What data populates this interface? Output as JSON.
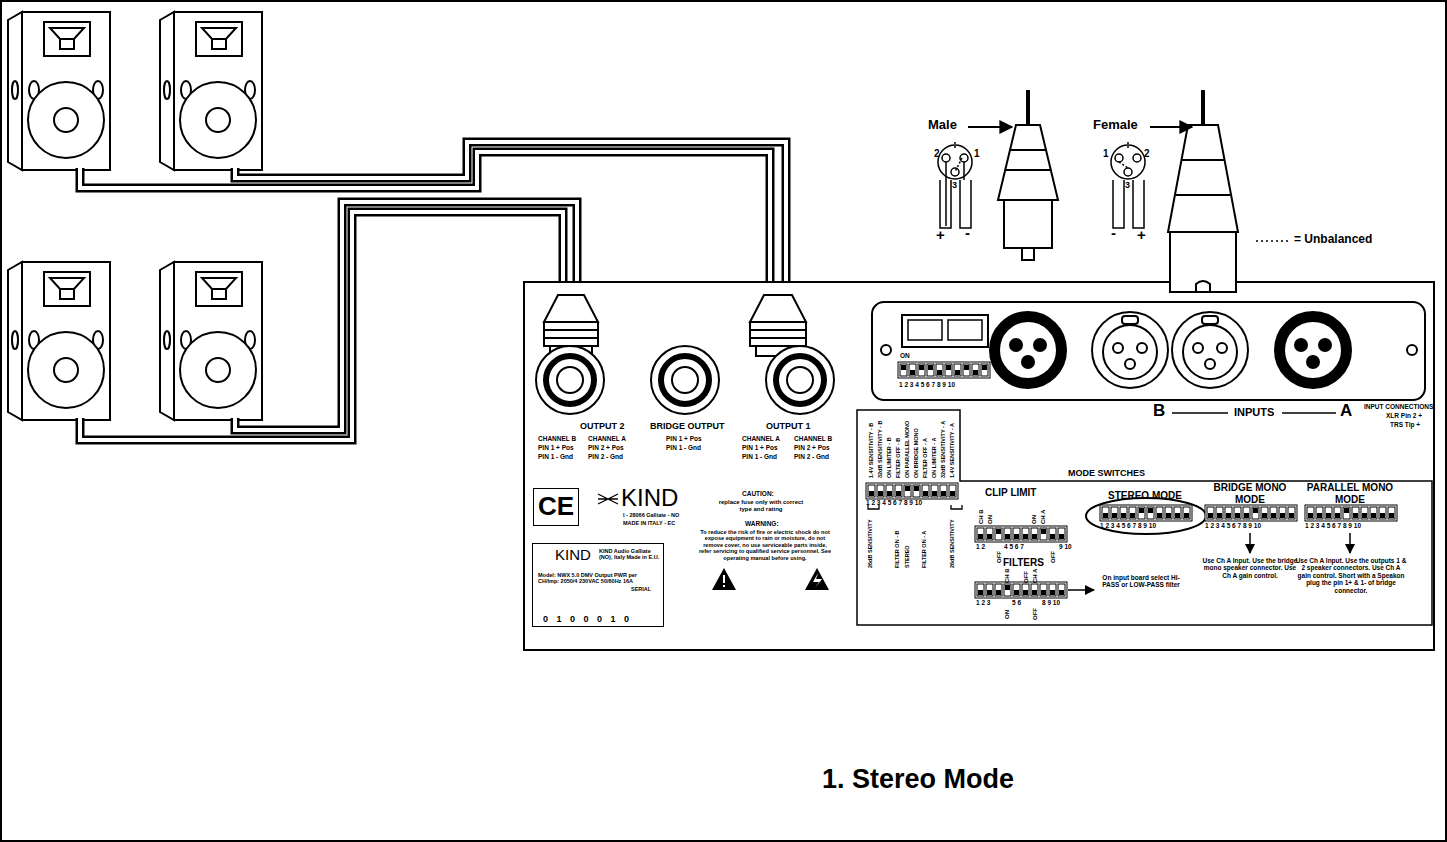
{
  "diagram": {
    "caption": "1. Stereo Mode",
    "nodes": [
      {
        "text": [
          "MODE SWITCHES"
        ]
      },
      {
        "text": [
          "KIND",
          "KIND Audio Galliate (NO), Italy Made in E.U.",
          "Model: NWX 5.0 DMV Output PWR per CH/Imp: 2050/4 230VAC 50/60Hz 16A",
          "SERIAL",
          "0 1 0 0 0 1 0"
        ]
      },
      {
        "text": [
          "CE"
        ]
      }
    ],
    "labels": [
      "Male",
      "2",
      "1",
      "3",
      "+",
      "-",
      "Female",
      "1",
      "2",
      "3",
      "-",
      "+",
      "= Unbalanced",
      "OUTPUT 2",
      "CHANNEL B",
      "PIN 1 + Pos",
      "PIN 1 - Gnd",
      "CHANNEL A",
      "PIN 2 + Pos",
      "PIN 2 - Gnd",
      "BRIDGE OUTPUT",
      "PIN 1 + Pos",
      "PIN 1 - Gnd",
      "OUTPUT 1",
      "CHANNEL A",
      "PIN 1 + Pos",
      "PIN 1 - Gnd",
      "CHANNEL B",
      "PIN 2 + Pos",
      "PIN 2 - Gnd",
      "KIND",
      "I - 28066 Galliate - NO",
      "MADE IN ITALY - EC",
      "CAUTION:",
      "replace fuse only with correct type and rating",
      "WARNING:",
      "To reduce the risk of fire or electric shock do not expose equipment to rain or moisture, do not remove cover, no use serviceable parts inside, refer servicing to qualified service personnel. See operating manual before using.",
      "ON",
      "1 2 3 4 5 6 7 8 9 10",
      "1.4V SENSITIVITY - B",
      "32dB SENSITIVITY - B",
      "ON LIMITER - B",
      "FILTER OFF - B",
      "ON PARALLEL MONO",
      "ON BRIDGE MONO",
      "FILTER OFF - A",
      "ON LIMITER - A",
      "32dB SENSITIVITY - A",
      "1.4V SENSITIVITY - A",
      "1 2 3 4 5 6 7 8 9 10",
      "26dB SENSITIVITY",
      "FILTER ON - B",
      "STEREO",
      "FILTER ON - A",
      "26dB SENSITIVITY",
      "B",
      "INPUTS",
      "A",
      "INPUT CONNECTIONS:",
      "XLR Pin 2 +",
      "TRS Tip +",
      "CLIP LIMIT",
      "CH B",
      "ON",
      "ON",
      "CH A",
      "1 2",
      "OFF",
      "4 5 6 7",
      "OFF",
      "9 10",
      "STEREO MODE",
      "1 2 3 4 5 6 7 8 9 10",
      "BRIDGE MONO MODE",
      "1 2 3 4 5 6 7 8 9 10",
      "Use Ch A Input. Use the bridge mono speaker connector. Use Ch A gain control.",
      "PARALLEL MONO MODE",
      "1 2 3 4 5 6 7 8 9 10",
      "Use Ch A Input. Use the outputs 1 & 2 speaker connectors. Use Ch A gain control. Short with a Speakon plug the pin 1+ & 1- of bridge connector.",
      "FILTERS",
      "CH B",
      "OFF",
      "CH A",
      "1 2 3",
      "ON",
      "5 6",
      "OFF",
      "8 9 10",
      "On input board select HI-PASS or LOW-PASS filter"
    ]
  }
}
